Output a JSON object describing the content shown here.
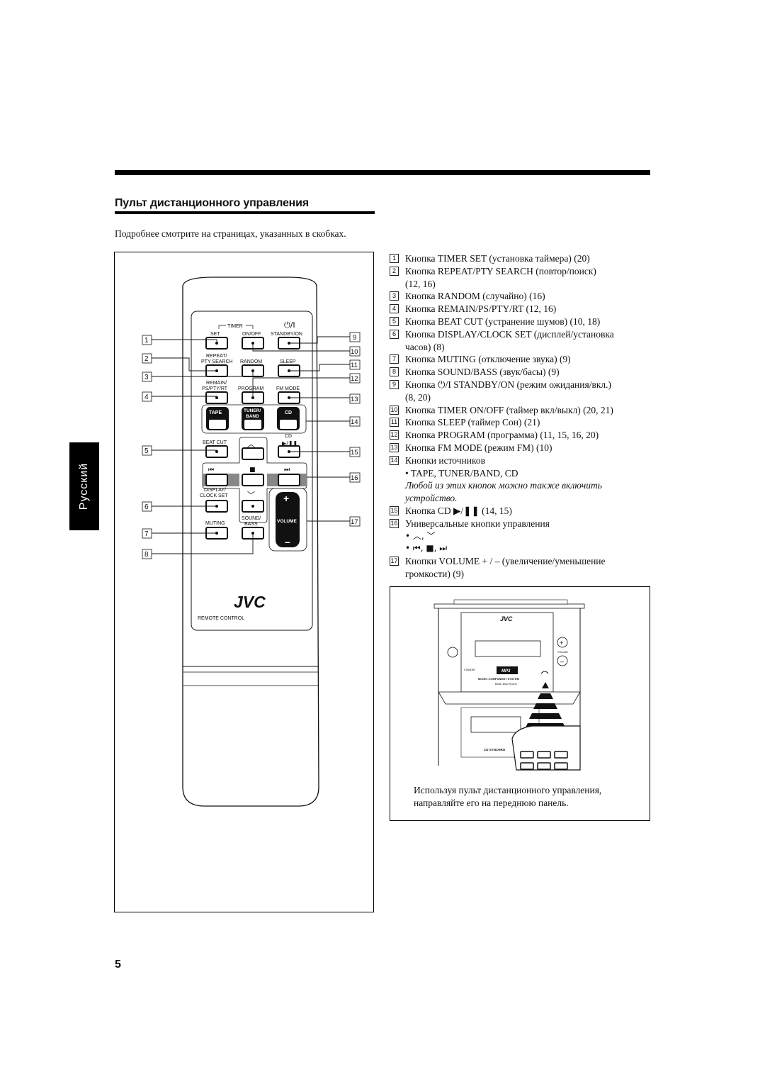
{
  "page": {
    "title": "Пульт дистанционного управления",
    "subtitle": "Подробнее смотрите на страницах, указанных в скобках.",
    "language_tab": "Русский",
    "page_number": "5"
  },
  "remote": {
    "brand": "JVC",
    "caption": "REMOTE CONTROL",
    "labels": {
      "timer": "TIMER",
      "set": "SET",
      "on_off": "ON/OFF",
      "standby_on": "STANDBY/ON",
      "repeat": "REPEAT/",
      "pty_search": "PTY SEARCH",
      "random": "RANDOM",
      "sleep": "SLEEP",
      "remain": "REMAIN/",
      "ps_pty_rt": "PS/PTY/RT",
      "program": "PROGRAM",
      "fm_mode": "FM MODE",
      "tape": "TAPE",
      "tuner": "TUNER/",
      "band": "BAND",
      "cd": "CD",
      "cd_small": "CD",
      "beat_cut": "BEAT CUT",
      "display": "DISPLAY/",
      "clock_set": "CLOCK SET",
      "muting": "MUTING",
      "sound": "SOUND/",
      "bass": "BASS",
      "volume": "VOLUME",
      "plus": "+",
      "minus": "–"
    },
    "callouts_left": [
      "1",
      "2",
      "3",
      "4",
      "5",
      "6",
      "7",
      "8"
    ],
    "callouts_right": [
      "9",
      "10",
      "11",
      "12",
      "13",
      "14",
      "15",
      "16",
      "17"
    ]
  },
  "items": [
    {
      "n": "1",
      "text": "Кнопка TIMER SET (установка таймера) (20)"
    },
    {
      "n": "2",
      "text": "Кнопка REPEAT/PTY SEARCH (повтор/поиск)",
      "cont": "(12, 16)"
    },
    {
      "n": "3",
      "text": "Кнопка RANDOM (случайно) (16)"
    },
    {
      "n": "4",
      "text": "Кнопка REMAIN/PS/PTY/RT (12, 16)"
    },
    {
      "n": "5",
      "text": "Кнопка BEAT CUT (устранение шумов) (10, 18)"
    },
    {
      "n": "6",
      "text": "Кнопка DISPLAY/CLOCK SET (дисплей/установка",
      "cont": "часов) (8)"
    },
    {
      "n": "7",
      "text": "Кнопка MUTING (отключение звука) (9)"
    },
    {
      "n": "8",
      "text": "Кнопка SOUND/BASS (звук/басы) (9)"
    },
    {
      "n": "9",
      "text": "Кнопка ⏻/I STANDBY/ON (режим ожидания/вкл.)",
      "cont": "(8, 20)"
    },
    {
      "n": "10",
      "text": "Кнопка TIMER ON/OFF (таймер вкл/выкл) (20, 21)"
    },
    {
      "n": "11",
      "text": "Кнопка SLEEP (таймер Сон) (21)"
    },
    {
      "n": "12",
      "text": "Кнопка PROGRAM (программа) (11, 15, 16, 20)"
    },
    {
      "n": "13",
      "text": "Кнопка FM MODE (режим FM) (10)"
    },
    {
      "n": "14",
      "text": "Кнопки источников"
    }
  ],
  "source_buttons": "• TAPE, TUNER/BAND, CD",
  "source_note_1": "Любой из этих кнопок можно также включить",
  "source_note_2": "устройство.",
  "items_after": [
    {
      "n": "15",
      "text": "Кнопка CD ▶/❚❚ (14, 15)"
    },
    {
      "n": "16",
      "text": "Универсальные кнопки управления"
    }
  ],
  "control_icons_1": "•  ︿, ﹀",
  "control_icons_2": "•  ⏮, ■, ⏭",
  "item_17": {
    "n": "17",
    "text": "Кнопки VOLUME + / – (увеличение/уменьшение",
    "cont": "громкости) (9)"
  },
  "illustration": {
    "brand": "JVC",
    "mp3": "MP3",
    "system": "MICRO COMPONENT SYSTEM",
    "rds": "Radio Data System",
    "standby": "STANDBY",
    "volume": "VOLUME",
    "cd_synchro": "CD SYNCHRO",
    "caption_1": "Используя пульт дистанционного управления,",
    "caption_2": "направляйте его на переднюю панель."
  }
}
